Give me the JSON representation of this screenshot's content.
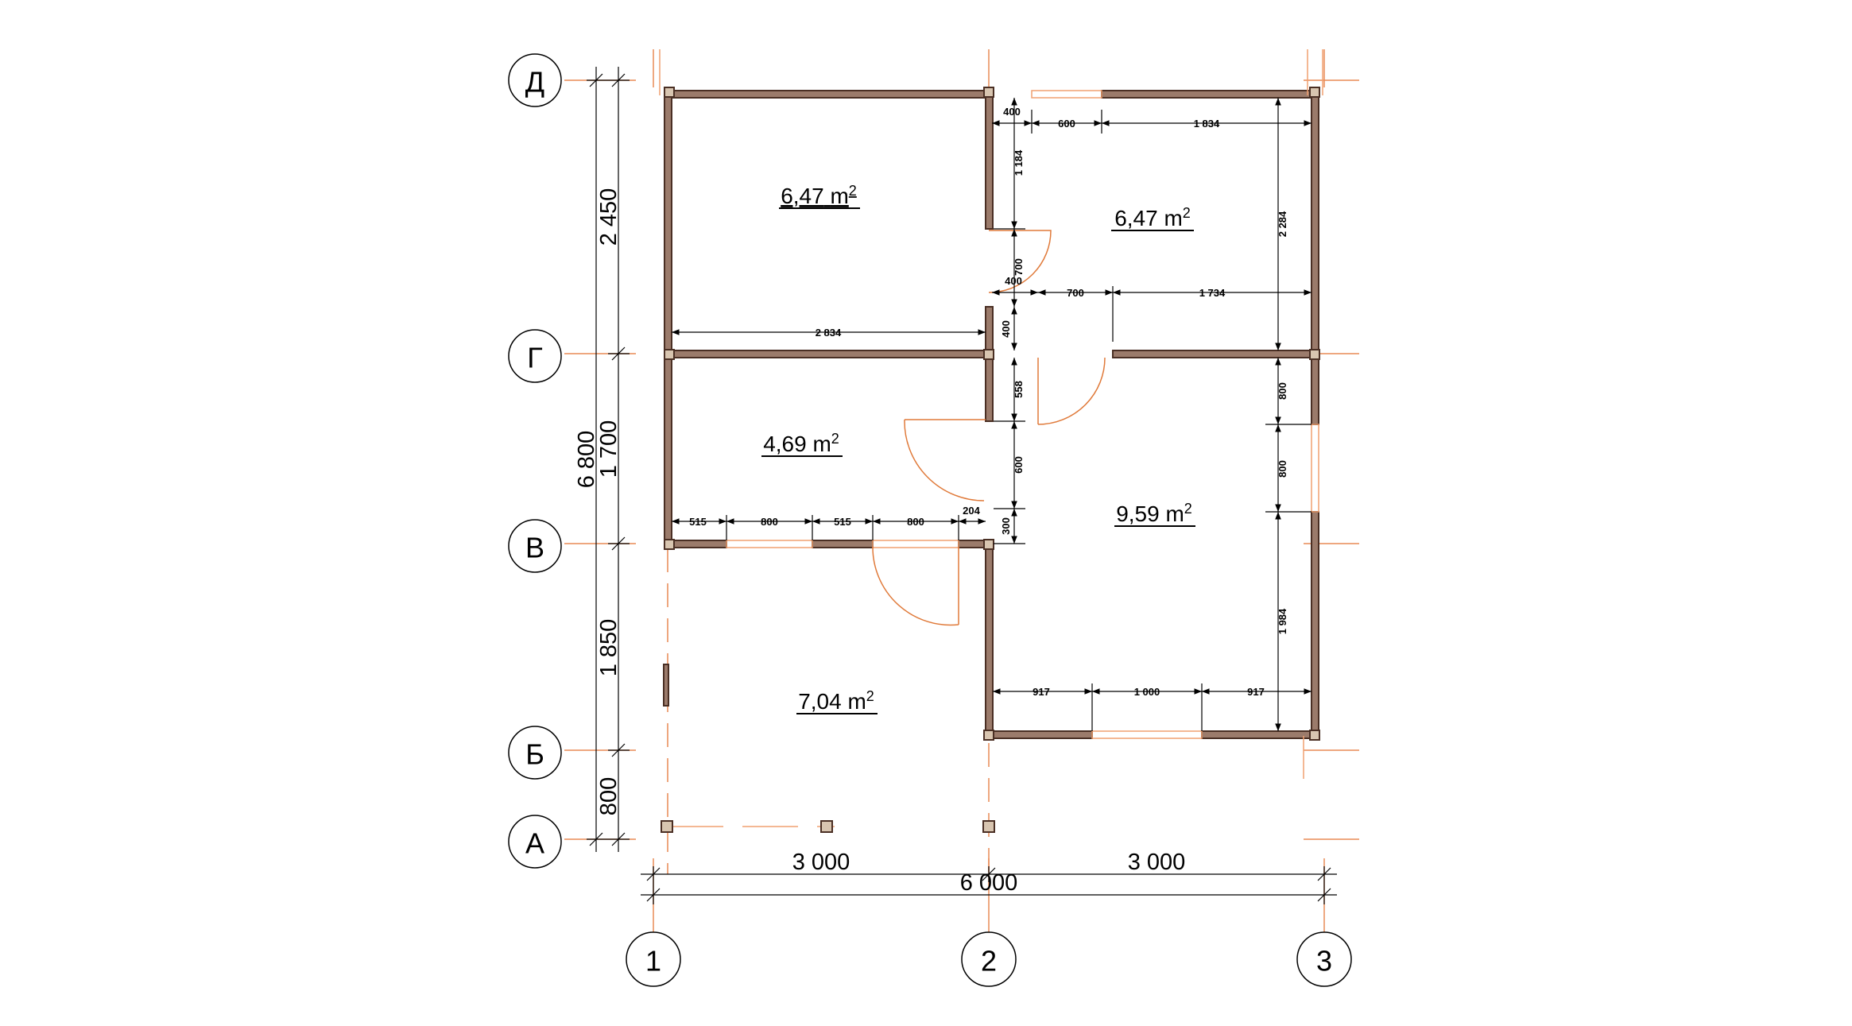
{
  "plan": {
    "axes_rows": [
      "Д",
      "Г",
      "В",
      "Б",
      "А"
    ],
    "axes_cols": [
      "1",
      "2",
      "3"
    ],
    "overall_dims": {
      "row_spacing": [
        "2 450",
        "1 700",
        "1 850",
        "800"
      ],
      "total_height": "6 800",
      "col_spacing": [
        "3 000",
        "3 000"
      ],
      "total_width": "6 000"
    },
    "rooms": [
      {
        "area": "6,47",
        "unit": "m",
        "sup": "2"
      },
      {
        "area": "6,47",
        "unit": "m",
        "sup": "2"
      },
      {
        "area": "4,69",
        "unit": "m",
        "sup": "2"
      },
      {
        "area": "9,59",
        "unit": "m",
        "sup": "2"
      },
      {
        "area": "7,04",
        "unit": "m",
        "sup": "2"
      }
    ],
    "dims": {
      "top_400": "400",
      "top_600": "600",
      "top_1834": "1 834",
      "v_1184": "1 184",
      "v_2284": "2 284",
      "door_700_v": "700",
      "mid_400": "400",
      "mid_700": "700",
      "mid_1734": "1 734",
      "h_2834": "2 834",
      "v_400": "400",
      "v_558": "558",
      "v_600": "600",
      "v_300": "300",
      "r_800a": "800",
      "r_800b": "800",
      "r_1984": "1 984",
      "b_515a": "515",
      "b_800a": "800",
      "b_515b": "515",
      "b_800b": "800",
      "b_204": "204",
      "s_917a": "917",
      "s_1000": "1 000",
      "s_917b": "917"
    },
    "colors": {
      "wall_fill": "#9b7b6b",
      "wall_stroke": "#4a2f24",
      "axis_line": "#e98a55",
      "door_arc": "#e07a3a",
      "window_line": "#f0a070"
    }
  }
}
